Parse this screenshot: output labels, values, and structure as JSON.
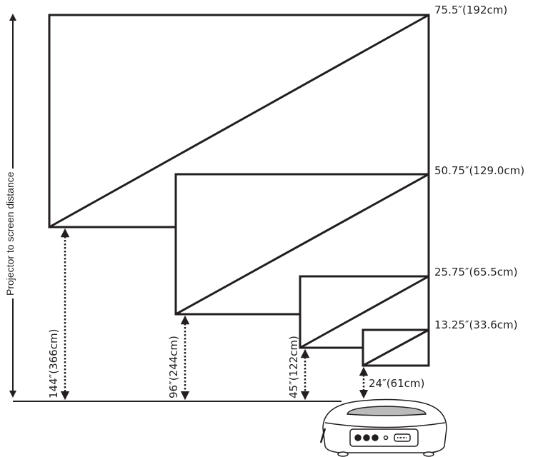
{
  "diagram": {
    "axis_label": "Projector to screen distance",
    "screen_sizes": [
      {
        "label": "75.5″(192cm)"
      },
      {
        "label": "50.75″(129.0cm)"
      },
      {
        "label": "25.75″(65.5cm)"
      },
      {
        "label": "13.25″(33.6cm)"
      }
    ],
    "distances": [
      {
        "label": "144″(366cm)"
      },
      {
        "label": "96″(244cm)"
      },
      {
        "label": "45″(122cm)"
      },
      {
        "label": "24″(61cm)"
      }
    ],
    "colors": {
      "line": "#231f20",
      "background": "#ffffff"
    }
  }
}
